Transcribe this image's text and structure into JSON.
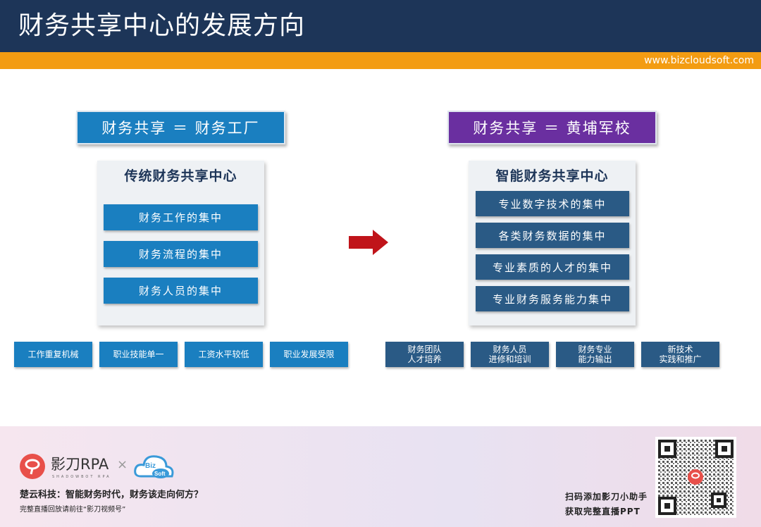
{
  "header": {
    "title": "财务共享中心的发展方向",
    "url": "www.bizcloudsoft.com"
  },
  "left": {
    "banner": "财务共享 ＝ 财务工厂",
    "panel_title": "传统财务共享中心",
    "items": [
      "财务工作的集中",
      "财务流程的集中",
      "财务人员的集中"
    ],
    "chips": [
      "工作重复机械",
      "职业技能单一",
      "工资水平较低",
      "职业发展受限"
    ]
  },
  "right": {
    "banner": "财务共享 ＝ 黄埔军校",
    "panel_title": "智能财务共享中心",
    "items": [
      "专业数字技术的集中",
      "各类财务数据的集中",
      "专业素质的人才的集中",
      "专业财务服务能力集中"
    ],
    "chips": [
      [
        "财务团队",
        "人才培养"
      ],
      [
        "财务人员",
        "进修和培训"
      ],
      [
        "财务专业",
        "能力输出"
      ],
      [
        "新技术",
        "实践和推广"
      ]
    ]
  },
  "footer": {
    "brand": "影刀RPA",
    "brand_sub": "SHADOWBOT RPA",
    "times": "×",
    "biz_logo": "Biz Soft",
    "line1": "楚云科技：智能财务时代，财务该走向何方？",
    "line2": "完整直播回放请前往“影刀视频号”",
    "qr_line1": "扫码添加影刀小助手",
    "qr_line2": "获取完整直播PPT"
  },
  "colors": {
    "header": "#1d3558",
    "orange": "#f39c12",
    "blue": "#1a7fc0",
    "purple": "#6a2fa0",
    "navy": "#2a5a85",
    "arrow": "#c0141a"
  }
}
